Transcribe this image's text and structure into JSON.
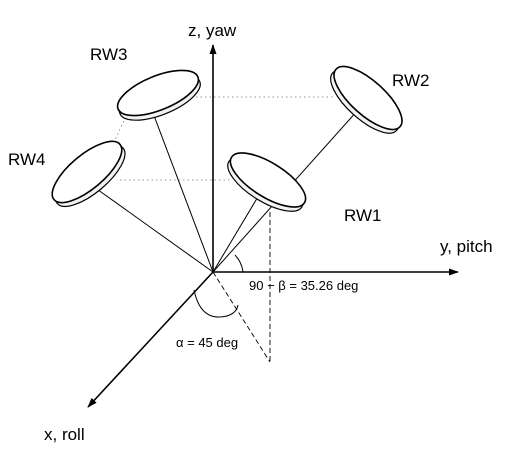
{
  "axes": {
    "z": "z, yaw",
    "y": "y, pitch",
    "x": "x, roll"
  },
  "wheels": {
    "rw1": "RW1",
    "rw2": "RW2",
    "rw3": "RW3",
    "rw4": "RW4"
  },
  "angles": {
    "beta": "90 − β = 35.26 deg",
    "alpha": "α = 45 deg"
  }
}
